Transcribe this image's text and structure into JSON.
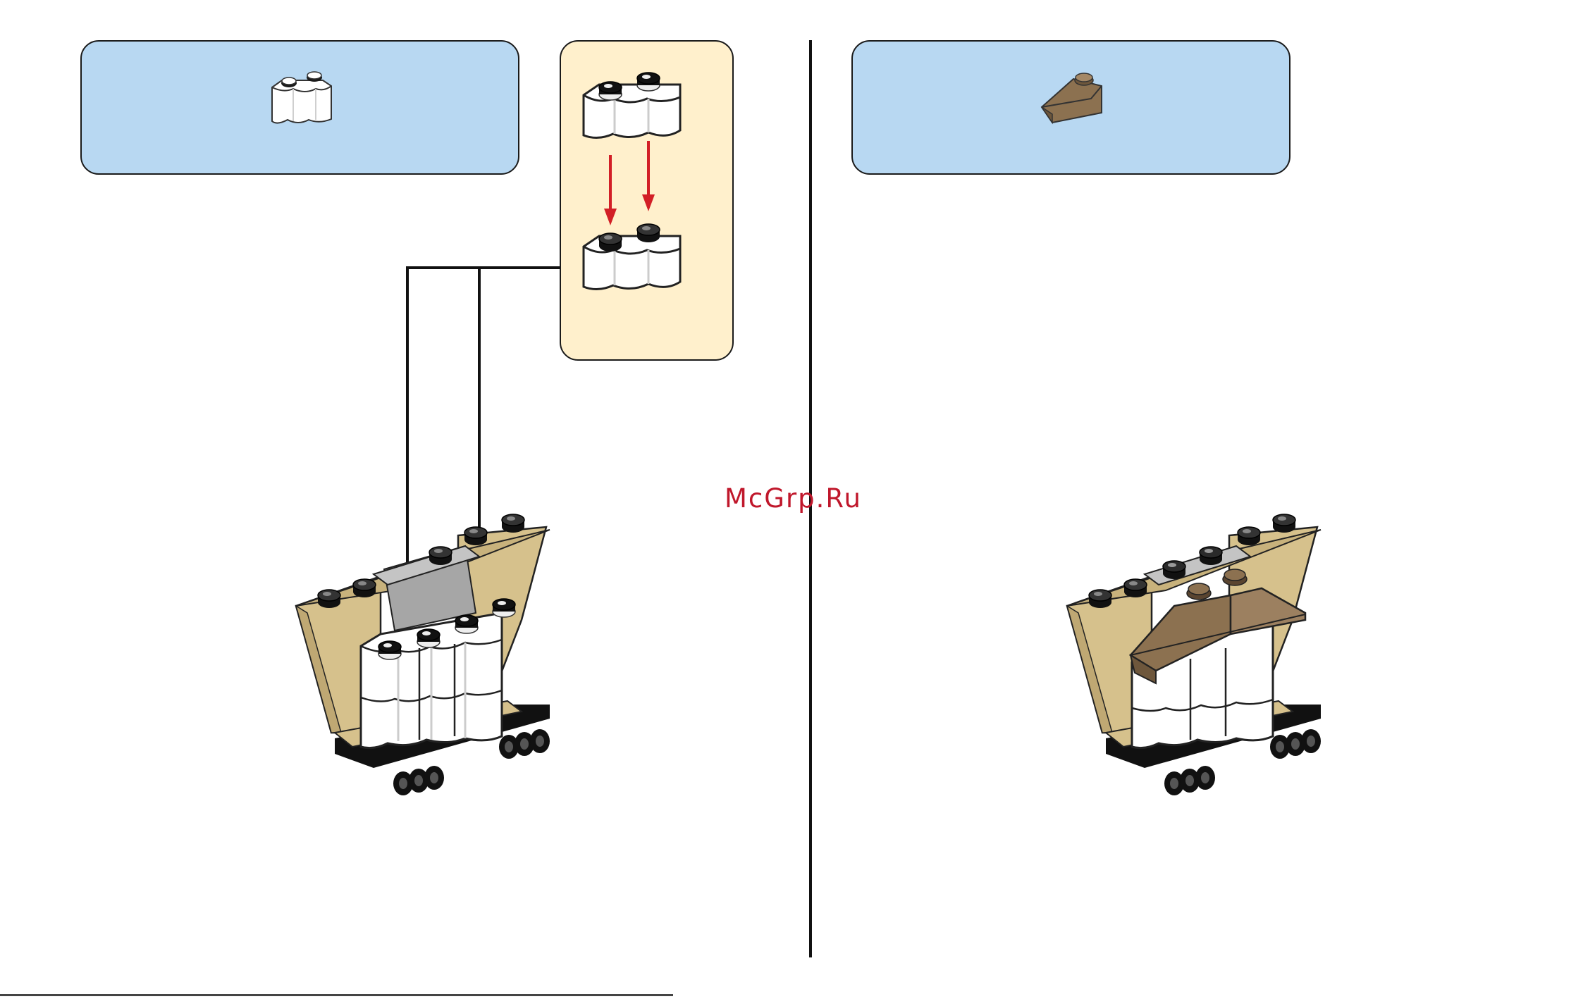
{
  "watermark": {
    "text": "McGrp.Ru"
  },
  "steps": [
    {
      "parts_box": {
        "part": "brick-1x2-white-curved",
        "count": ""
      }
    },
    {
      "parts_box": {
        "part": "slope-1x2-brown",
        "count": ""
      }
    }
  ],
  "colors": {
    "panel_blue": "#b8d8f2",
    "callout_yellow": "#fff0cc",
    "arrow_red": "#d21f26",
    "tan": "#d6c18c",
    "brown": "#8c7150"
  }
}
